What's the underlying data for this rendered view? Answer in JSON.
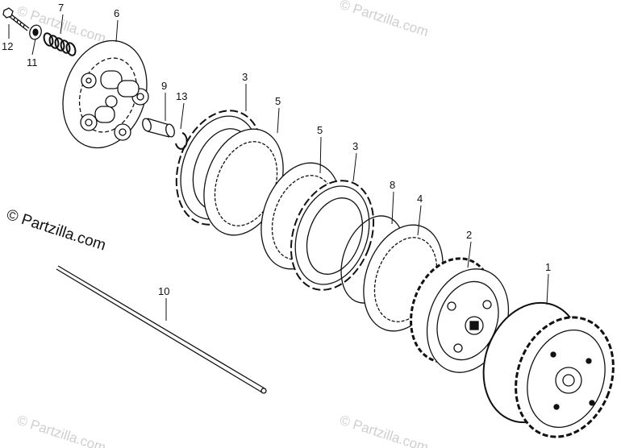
{
  "watermark_text": "© Partzilla.com",
  "credit_text": "© Partzilla.com",
  "callouts": {
    "p1": "1",
    "p2": "2",
    "p3a": "3",
    "p3b": "3",
    "p4": "4",
    "p5a": "5",
    "p5b": "5",
    "p6": "6",
    "p7": "7",
    "p8": "8",
    "p9": "9",
    "p10": "10",
    "p11": "11",
    "p12": "12",
    "p13": "13"
  },
  "colors": {
    "line": "#111111",
    "watermark": "#cfcfcf",
    "background": "#ffffff"
  }
}
